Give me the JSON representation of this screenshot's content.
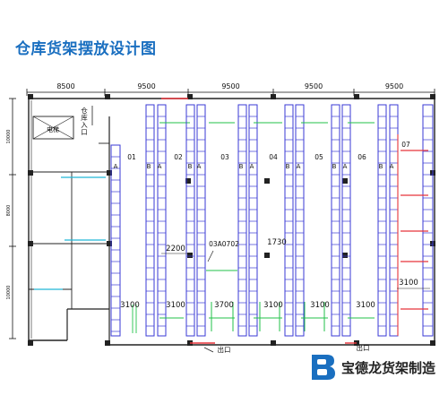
{
  "title": "仓库货架摆放设计图",
  "brand": {
    "name": "宝德龙货架制造",
    "logo_letter": "B",
    "color": "#1a6fc0"
  },
  "dimensions_top": [
    "8500",
    "9500",
    "9500",
    "9500",
    "9500"
  ],
  "dimensions_left": [
    "10000",
    "8000",
    "10000"
  ],
  "dimensions_bottom": [
    "3100",
    "3100",
    "3700",
    "3100",
    "3100",
    "3100"
  ],
  "annotations": {
    "entrance": "仓库入口",
    "elevator": "电梯",
    "dim_2200": "2200",
    "dim_1730": "1730",
    "rack_code": "03A0702",
    "exit": "出口"
  },
  "aisles": [
    "01",
    "02",
    "03",
    "04",
    "05",
    "06",
    "07"
  ],
  "rack_labels": [
    "A",
    "B",
    "A",
    "B",
    "A",
    "B",
    "A",
    "B",
    "A",
    "B",
    "A",
    "B",
    "A"
  ],
  "colors": {
    "wall": "#222222",
    "rack": "#3a3ad6",
    "green": "#22c24a",
    "red": "#e8343a",
    "cyan": "#22b8d8"
  }
}
